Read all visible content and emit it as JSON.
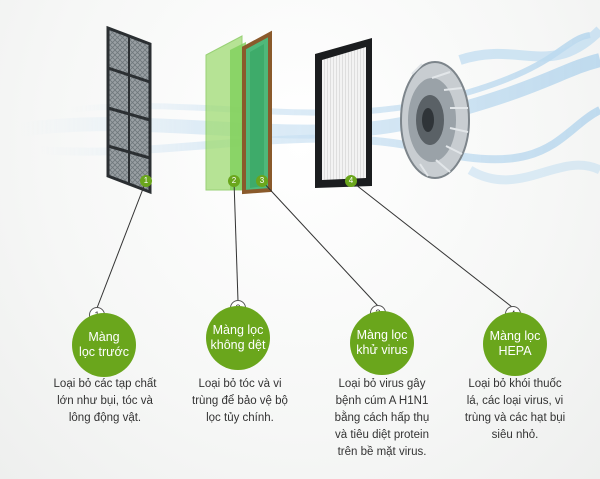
{
  "filters": [
    {
      "number": "1",
      "title_lines": [
        "Màng",
        "lọc trước"
      ],
      "desc_lines": [
        "Loại bỏ các tạp chất",
        "lớn như bụi, tóc và",
        "lông động vật."
      ]
    },
    {
      "number": "2",
      "title_lines": [
        "Màng lọc",
        "không dệt"
      ],
      "desc_lines": [
        "Loại bỏ tóc và vi",
        "trùng để bảo vệ bộ",
        "lọc tủy chính."
      ]
    },
    {
      "number": "3",
      "title_lines": [
        "Màng lọc",
        "khử virus"
      ],
      "desc_lines": [
        "Loại bỏ virus gây",
        "bệnh cúm A H1N1",
        "bằng cách hấp thụ",
        "và tiêu diệt protein",
        "trên bề mặt virus."
      ]
    },
    {
      "number": "4",
      "title_lines": [
        "Màng lọc",
        "HEPA"
      ],
      "desc_lines": [
        "Loại bỏ khói thuốc",
        "lá, các loại virus, vi",
        "trùng và các hạt bụi",
        "siêu nhỏ."
      ]
    }
  ],
  "colors": {
    "accent": "#6aa61c",
    "text": "#333333"
  },
  "icons": [
    "pre-filter-panel-icon",
    "non-woven-filter-icon",
    "antivirus-filter-icon",
    "hepa-filter-icon",
    "fan-icon"
  ]
}
